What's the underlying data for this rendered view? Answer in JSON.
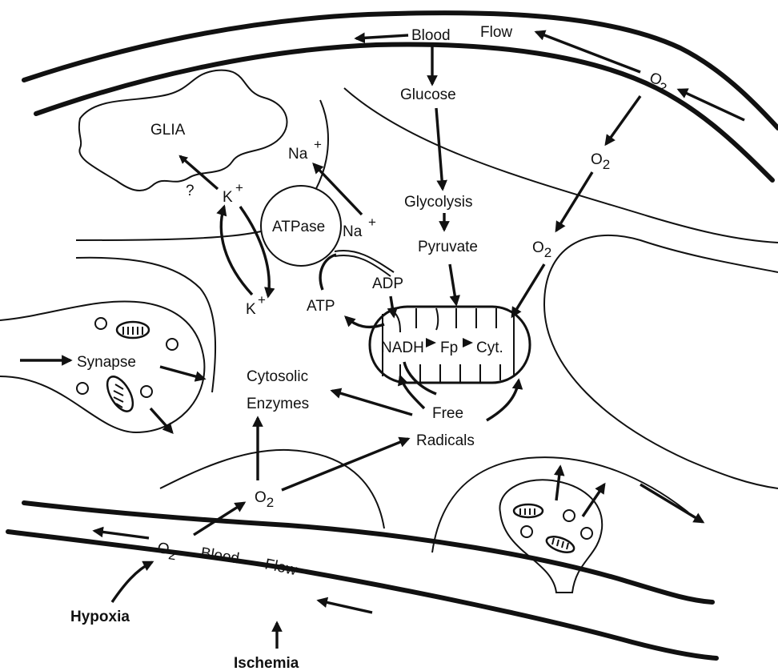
{
  "labels": {
    "glia": "GLIA",
    "atpase": "ATPase",
    "na_top": "Na",
    "na_right": "Na",
    "k_top": "K",
    "k_bottom": "K",
    "plus": "+",
    "question": "?",
    "blood_flow_top_1": "Blood",
    "blood_flow_top_2": "Flow",
    "blood_flow_bottom_1": "Blood",
    "blood_flow_bottom_2": "Flow",
    "glucose": "Glucose",
    "glycolysis": "Glycolysis",
    "pyruvate": "Pyruvate",
    "o2_main": "O",
    "o2_sub": "2",
    "adp": "ADP",
    "atp": "ATP",
    "nadh": "NADH",
    "fp": "Fp",
    "cyt": "Cyt.",
    "synapse": "Synapse",
    "cytosolic": "Cytosolic",
    "enzymes": "Enzymes",
    "free": "Free",
    "radicals": "Radicals",
    "hypoxia": "Hypoxia",
    "ischemia": "Ischemia"
  }
}
